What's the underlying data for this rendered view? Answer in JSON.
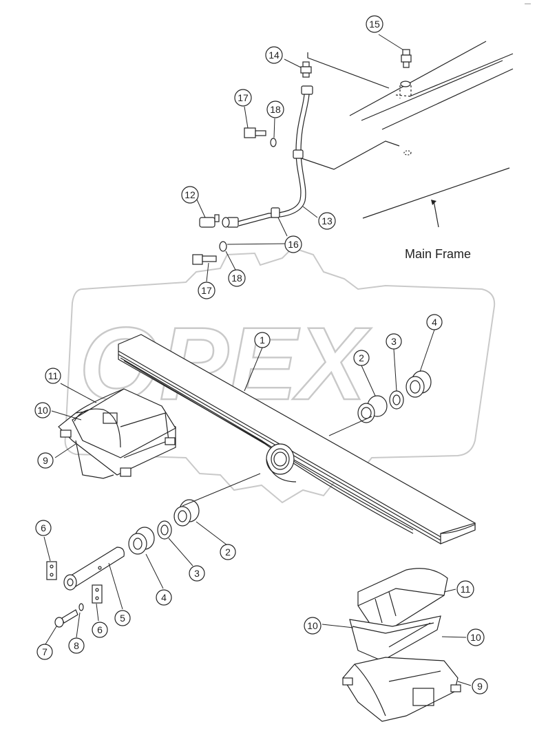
{
  "diagram": {
    "frame_label": "Main Frame",
    "corner_mark": "—",
    "watermark": "OPEX",
    "callouts": [
      {
        "id": "c1",
        "label": "1"
      },
      {
        "id": "c2a",
        "label": "2"
      },
      {
        "id": "c3a",
        "label": "3"
      },
      {
        "id": "c4a",
        "label": "4"
      },
      {
        "id": "c11a",
        "label": "11"
      },
      {
        "id": "c10a",
        "label": "10"
      },
      {
        "id": "c9a",
        "label": "9"
      },
      {
        "id": "c2b",
        "label": "2"
      },
      {
        "id": "c3b",
        "label": "3"
      },
      {
        "id": "c4b",
        "label": "4"
      },
      {
        "id": "c5",
        "label": "5"
      },
      {
        "id": "c6a",
        "label": "6"
      },
      {
        "id": "c6b",
        "label": "6"
      },
      {
        "id": "c7",
        "label": "7"
      },
      {
        "id": "c8",
        "label": "8"
      },
      {
        "id": "c11b",
        "label": "11"
      },
      {
        "id": "c10b",
        "label": "10"
      },
      {
        "id": "c10c",
        "label": "10"
      },
      {
        "id": "c9b",
        "label": "9"
      },
      {
        "id": "c12",
        "label": "12"
      },
      {
        "id": "c13",
        "label": "13"
      },
      {
        "id": "c14",
        "label": "14"
      },
      {
        "id": "c15",
        "label": "15"
      },
      {
        "id": "c16",
        "label": "16"
      },
      {
        "id": "c17a",
        "label": "17"
      },
      {
        "id": "c17b",
        "label": "17"
      },
      {
        "id": "c18a",
        "label": "18"
      },
      {
        "id": "c18b",
        "label": "18"
      }
    ]
  }
}
